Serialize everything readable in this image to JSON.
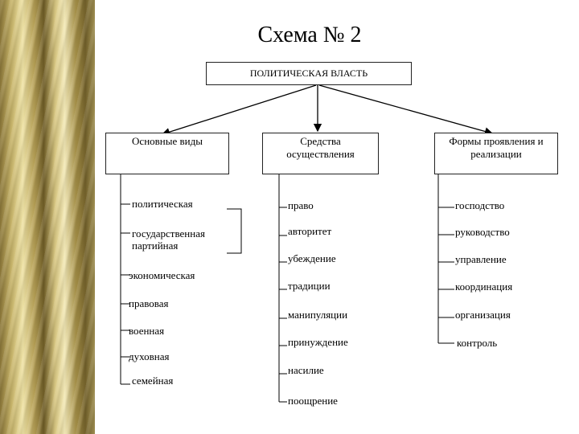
{
  "title": "Схема № 2",
  "root": {
    "label": "ПОЛИТИЧЕСКАЯ ВЛАСТЬ"
  },
  "columns": [
    {
      "header": "Основные виды",
      "items": [
        "политическая",
        "государственная",
        "партийная",
        "экономическая",
        "правовая",
        "военная",
        "духовная",
        "семейная"
      ]
    },
    {
      "header": "Средства осуществления",
      "items": [
        "право",
        "авторитет",
        "убеждение",
        "традиции",
        "манипуляции",
        "принуждение",
        "насилие",
        "поощрение"
      ]
    },
    {
      "header": "Формы проявления и реализации",
      "items": [
        "господство",
        "руководство",
        "управление",
        "координация",
        "организация",
        "контроль"
      ]
    }
  ]
}
